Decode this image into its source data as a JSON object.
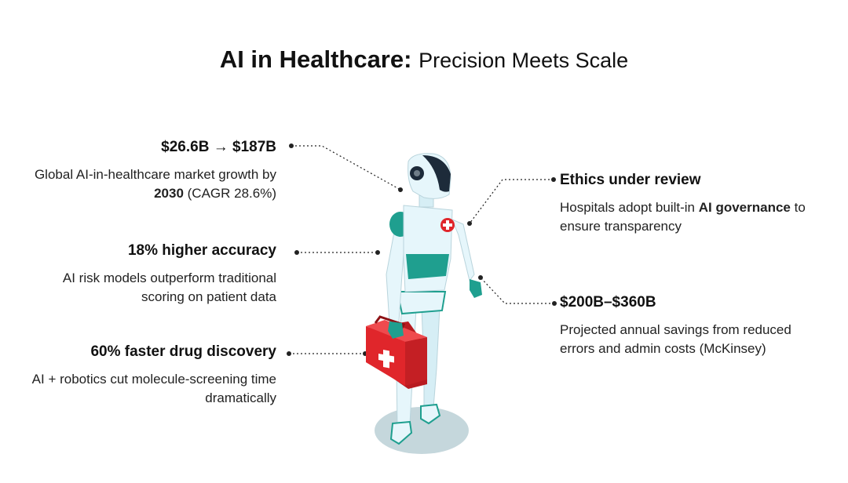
{
  "title": {
    "bold": "AI in Healthcare:",
    "light": "Precision Meets Scale"
  },
  "callouts": {
    "market": {
      "head": "$26.6B → $187B",
      "body_pre": "Global AI-in-healthcare market growth by ",
      "body_bold": "2030",
      "body_post": " (CAGR 28.6%)"
    },
    "accuracy": {
      "head": "18% higher accuracy",
      "body": "AI risk models outperform traditional scoring on patient data"
    },
    "drug": {
      "head": "60% faster drug discovery",
      "body": "AI + robotics cut molecule-screening time dramatically"
    },
    "ethics": {
      "head": "Ethics under review",
      "body_pre": "Hospitals adopt built-in ",
      "body_bold": "AI governance",
      "body_post": " to ensure transparency"
    },
    "savings": {
      "head": "$200B–$360B",
      "body": "Projected annual savings from reduced errors and admin costs (McKinsey)"
    }
  },
  "colors": {
    "robot_body": "#e6f6fb",
    "robot_teal": "#1f9f8f",
    "robot_dark": "#1d2b3a",
    "kit_red": "#e0262b",
    "base": "#c5d7dc",
    "connector": "#222222"
  },
  "icons": {
    "kit": "first-aid-cross-icon",
    "chest": "medical-cross-icon"
  }
}
